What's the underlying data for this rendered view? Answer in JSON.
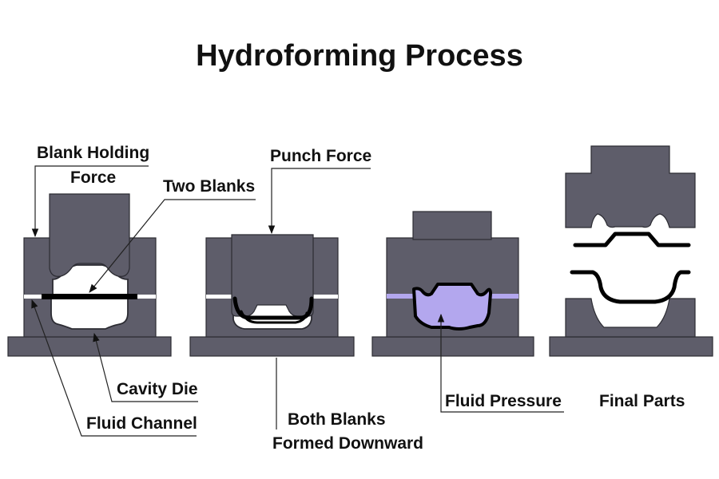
{
  "title": "Hydroforming Process",
  "labels": {
    "blank_holding_force_1": "Blank Holding",
    "blank_holding_force_2": "Force",
    "two_blanks": "Two Blanks",
    "punch_force": "Punch Force",
    "cavity_die": "Cavity Die",
    "fluid_channel": "Fluid Channel",
    "both_blanks_1": "Both Blanks",
    "both_blanks_2": "Formed Downward",
    "fluid_pressure": "Fluid Pressure",
    "final_parts": "Final Parts"
  },
  "colors": {
    "die": "#5e5d6a",
    "fluid": "#b3a7ee",
    "blank": "#000000",
    "background": "#ffffff"
  }
}
